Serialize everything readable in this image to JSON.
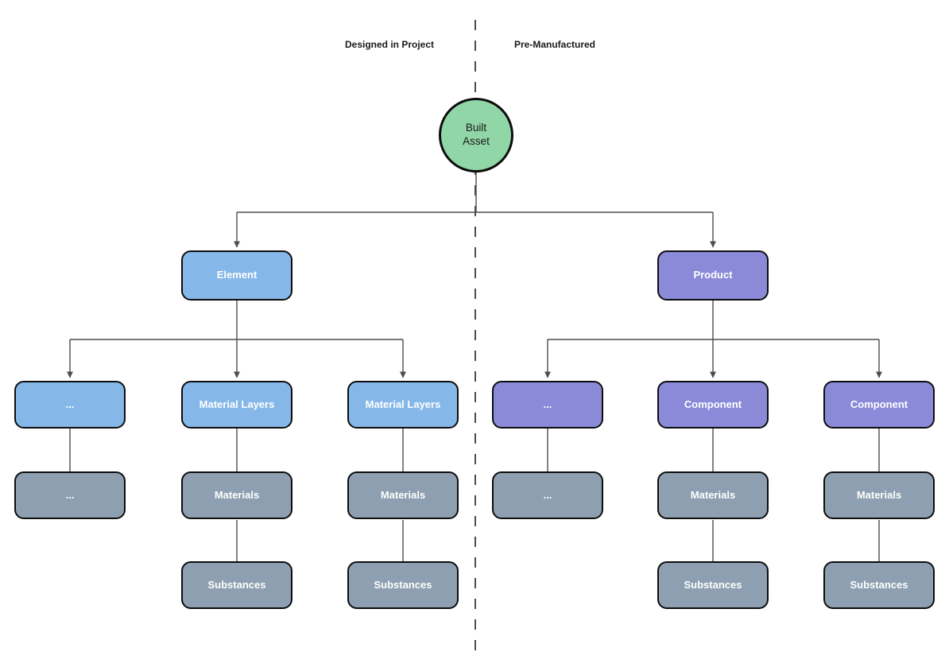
{
  "regions": {
    "left_label": "Designed in Project",
    "right_label": "Pre-Manufactured"
  },
  "nodes": {
    "root": "Built Asset",
    "left_parent": "Element",
    "right_parent": "Product",
    "left_level2": [
      "...",
      "Material Layers",
      "Material Layers"
    ],
    "left_level3": [
      "...",
      "Materials",
      "Materials"
    ],
    "left_level4": [
      "Substances",
      "Substances"
    ],
    "right_level2": [
      "...",
      "Component",
      "Component"
    ],
    "right_level3": [
      "...",
      "Materials",
      "Materials"
    ],
    "right_level4": [
      "Substances",
      "Substances"
    ]
  },
  "colors": {
    "root_fill": "#90D6A6",
    "designed_fill": "#85B8E8",
    "premanufactured_fill": "#8A8AD9",
    "shared_fill": "#8D9FB0",
    "node_border": "#0D0D0D",
    "connector": "#4D4D4D",
    "node_text": "#FFFFFF",
    "root_text": "#1A1A1A"
  }
}
